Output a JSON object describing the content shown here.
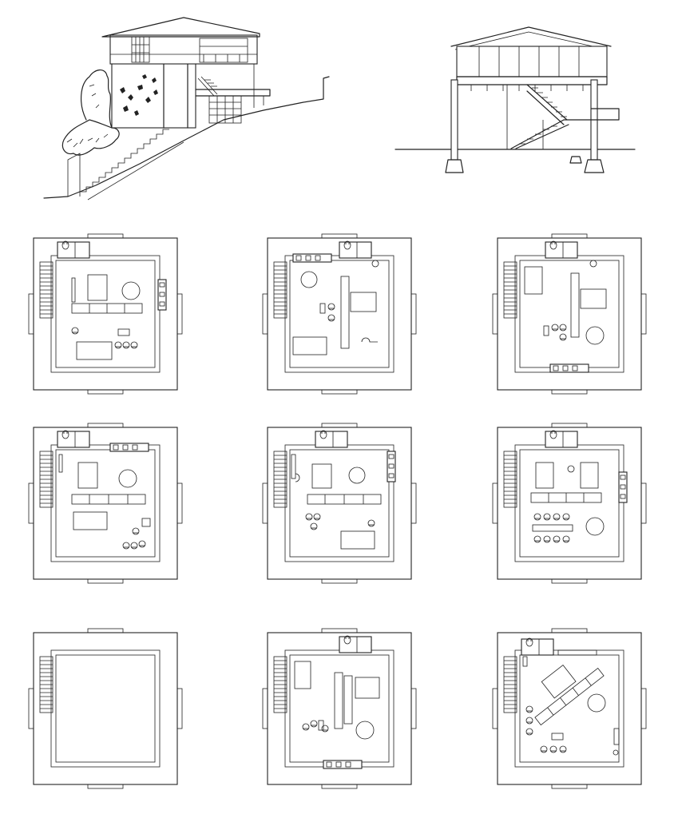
{
  "drawing": {
    "elevation": {
      "shown": true
    },
    "section": {
      "shown": true
    },
    "plans": [
      {
        "row": 1,
        "col": 1,
        "furnished": true
      },
      {
        "row": 1,
        "col": 2,
        "furnished": true
      },
      {
        "row": 1,
        "col": 3,
        "furnished": true
      },
      {
        "row": 2,
        "col": 1,
        "furnished": true
      },
      {
        "row": 2,
        "col": 2,
        "furnished": true
      },
      {
        "row": 2,
        "col": 3,
        "furnished": true
      },
      {
        "row": 3,
        "col": 1,
        "furnished": false
      },
      {
        "row": 3,
        "col": 2,
        "furnished": true
      },
      {
        "row": 3,
        "col": 3,
        "furnished": true
      }
    ],
    "colors": {
      "ink": "#222222",
      "paper": "#ffffff"
    }
  }
}
